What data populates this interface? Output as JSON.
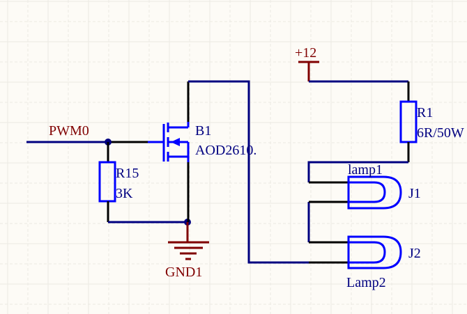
{
  "colors": {
    "background": "#fdfbf6",
    "grid": "#ebe9e3",
    "wire": "#000080",
    "pin": "#000000",
    "component": "#0000ff",
    "power": "#800000",
    "label_text": "#000080"
  },
  "nets": {
    "pwm": "PWM0",
    "gnd": "GND1",
    "vcc": "+12"
  },
  "components": {
    "r15": {
      "designator": "R15",
      "value": "3K"
    },
    "b1": {
      "designator": "B1",
      "value": "AOD2610."
    },
    "r1": {
      "designator": "R1",
      "value": "6R/50W"
    },
    "j1": {
      "designator": "J1",
      "comment": "lamp1"
    },
    "j2": {
      "designator": "J2",
      "comment": "Lamp2"
    }
  }
}
